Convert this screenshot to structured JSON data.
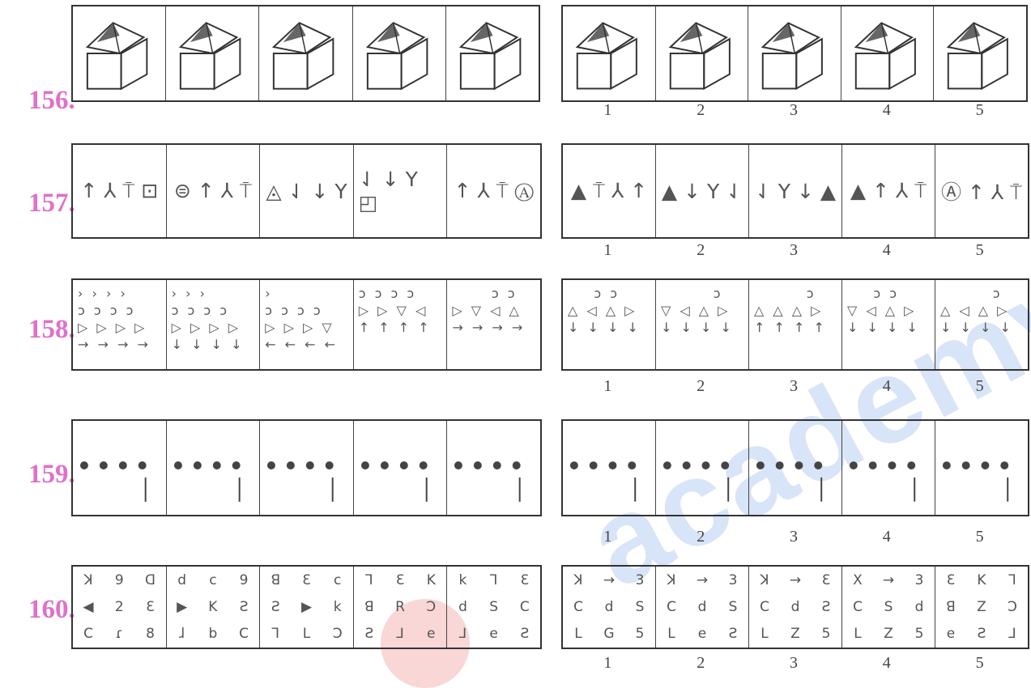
{
  "questions": [
    {
      "number": "156.",
      "answer_labels": [
        "1",
        "2",
        "3",
        "4",
        "5"
      ]
    },
    {
      "number": "157.",
      "problem_cells": [
        "↑ ⅄ ⍑ ⊡",
        "⊜ ↑ ⅄ ⍑",
        "◬ ⇃ ↓ Y",
        "⇃ ↓ Y ◰",
        "↑ ⅄ ⍑ Ⓐ"
      ],
      "answer_cells": [
        "▲ ⍑ ⅄ ↑",
        "▲ ↓ Y ⇃",
        "⇃ Y ↓ ▲",
        "▲ ↑ ⅄ ⍑",
        "Ⓐ ↑ ⅄ ⍑"
      ],
      "answer_labels": [
        "1",
        "2",
        "3",
        "4",
        "5"
      ]
    },
    {
      "number": "158.",
      "problem_cells": [
        [
          "› › › ›",
          "ↄ ↄ ↄ ↄ",
          "▷ ▷ ▷ ▷",
          "→ → → →"
        ],
        [
          "› › ›",
          "ↄ ↄ ↄ ↄ",
          "▷ ▷ ▷ ▷",
          "↓ ↓ ↓ ↓"
        ],
        [
          "›",
          "ↄ ↄ ↄ ↄ",
          "▷ ▷ ▷ ▽",
          "← ← ← ←"
        ],
        [
          "",
          "ↄ ↄ ↄ ↄ",
          "▷ ▷ ▽ ◁",
          "↑ ↑ ↑ ↑"
        ],
        [
          "",
          "      ↄ ↄ",
          "▷ ▽ ◁ △",
          "→ → → →"
        ]
      ],
      "answer_cells": [
        [
          "",
          "    ↄ ↄ",
          "△ ◁ △ ▷",
          "↓ ↓ ↓ ↓"
        ],
        [
          "",
          "        ↄ",
          "▽ ◁ △ ▷",
          "↓ ↓ ↓ ↓"
        ],
        [
          "",
          "        ↄ",
          "△ △ △ ▷",
          "↑ ↑ ↑ ↑"
        ],
        [
          "",
          "    ↄ ↄ",
          "▽ ◁ △ ▷",
          "↓ ↓ ↓ ↓"
        ],
        [
          "",
          "        ↄ",
          "△ ◁ △ ▷",
          "↓ ↓ ↓ ↓"
        ]
      ],
      "answer_labels": [
        "1",
        "2",
        "3",
        "4",
        "5"
      ]
    },
    {
      "number": "159.",
      "answer_labels": [
        "1",
        "2",
        "3",
        "4",
        "5"
      ]
    },
    {
      "number": "160.",
      "problem_cells": [
        [
          "ꓘ",
          "9",
          "ꓷ",
          "◀",
          "2",
          "Ɛ",
          "C",
          "ɾ",
          "8"
        ],
        [
          "d",
          "c",
          "9",
          "▶",
          "K",
          "Ƨ",
          "ɺ",
          "b",
          "C"
        ],
        [
          "ꓭ",
          "Ɛ",
          "c",
          "Ƨ",
          "▶",
          "k",
          "Ꞁ",
          "L",
          "Ↄ"
        ],
        [
          "Ꞁ",
          "Ɛ",
          "K",
          "ꓭ",
          "R",
          "Ↄ",
          "Ƨ",
          "⅃",
          "e"
        ],
        [
          "k",
          "Ꞁ",
          "Ɛ",
          "d",
          "S",
          "C",
          "⅃",
          "e",
          "Ƨ"
        ]
      ],
      "answer_cells": [
        [
          "ꓘ",
          "→",
          "3",
          "C",
          "d",
          "S",
          "L",
          "G",
          "5"
        ],
        [
          "ꓘ",
          "→",
          "3",
          "C",
          "d",
          "S",
          "L",
          "e",
          "Ƨ"
        ],
        [
          "ꓘ",
          "→",
          "Ɛ",
          "C",
          "d",
          "Ƨ",
          "L",
          "Z",
          "5"
        ],
        [
          "X",
          "→",
          "3",
          "C",
          "S",
          "d",
          "L",
          "Z",
          "5"
        ],
        [
          "Ɛ",
          "K",
          "Ꞁ",
          "ꓭ",
          "Z",
          "Ↄ",
          "e",
          "Ƨ",
          "⅃"
        ]
      ],
      "answer_labels": [
        "1",
        "2",
        "3",
        "4",
        "5"
      ]
    }
  ],
  "watermark": {
    "text": "academy",
    "color": "#2e6fd8"
  }
}
